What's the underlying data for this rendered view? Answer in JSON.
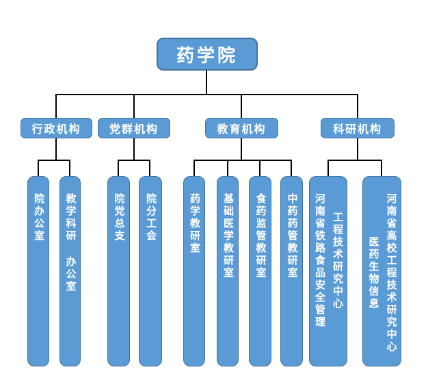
{
  "colors": {
    "node_fill": "#5b9bd5",
    "node_border": "#41719c",
    "node_text": "#ffffff",
    "connector": "#000000",
    "background": "#ffffff"
  },
  "org_chart": {
    "type": "organization-tree",
    "root": {
      "label": "药学院"
    },
    "branches": [
      {
        "label": "行政机构",
        "children": [
          {
            "label": "院办公室"
          },
          {
            "label": "教学科研 办公室"
          }
        ]
      },
      {
        "label": "党群机构",
        "children": [
          {
            "label": "院党总支"
          },
          {
            "label": "院分工会"
          }
        ]
      },
      {
        "label": "教育机构",
        "children": [
          {
            "label": "药学教研室"
          },
          {
            "label": "基础医学教研室"
          },
          {
            "label": "食药监管教研室"
          },
          {
            "label": "中药药管教研室"
          }
        ]
      },
      {
        "label": "科研机构",
        "children": [
          {
            "label": "河南省铁路食品安全管理\n工程技术研究中心"
          },
          {
            "label": "医药生物信息\n河南省高校工程技术研究中心"
          }
        ]
      }
    ]
  }
}
